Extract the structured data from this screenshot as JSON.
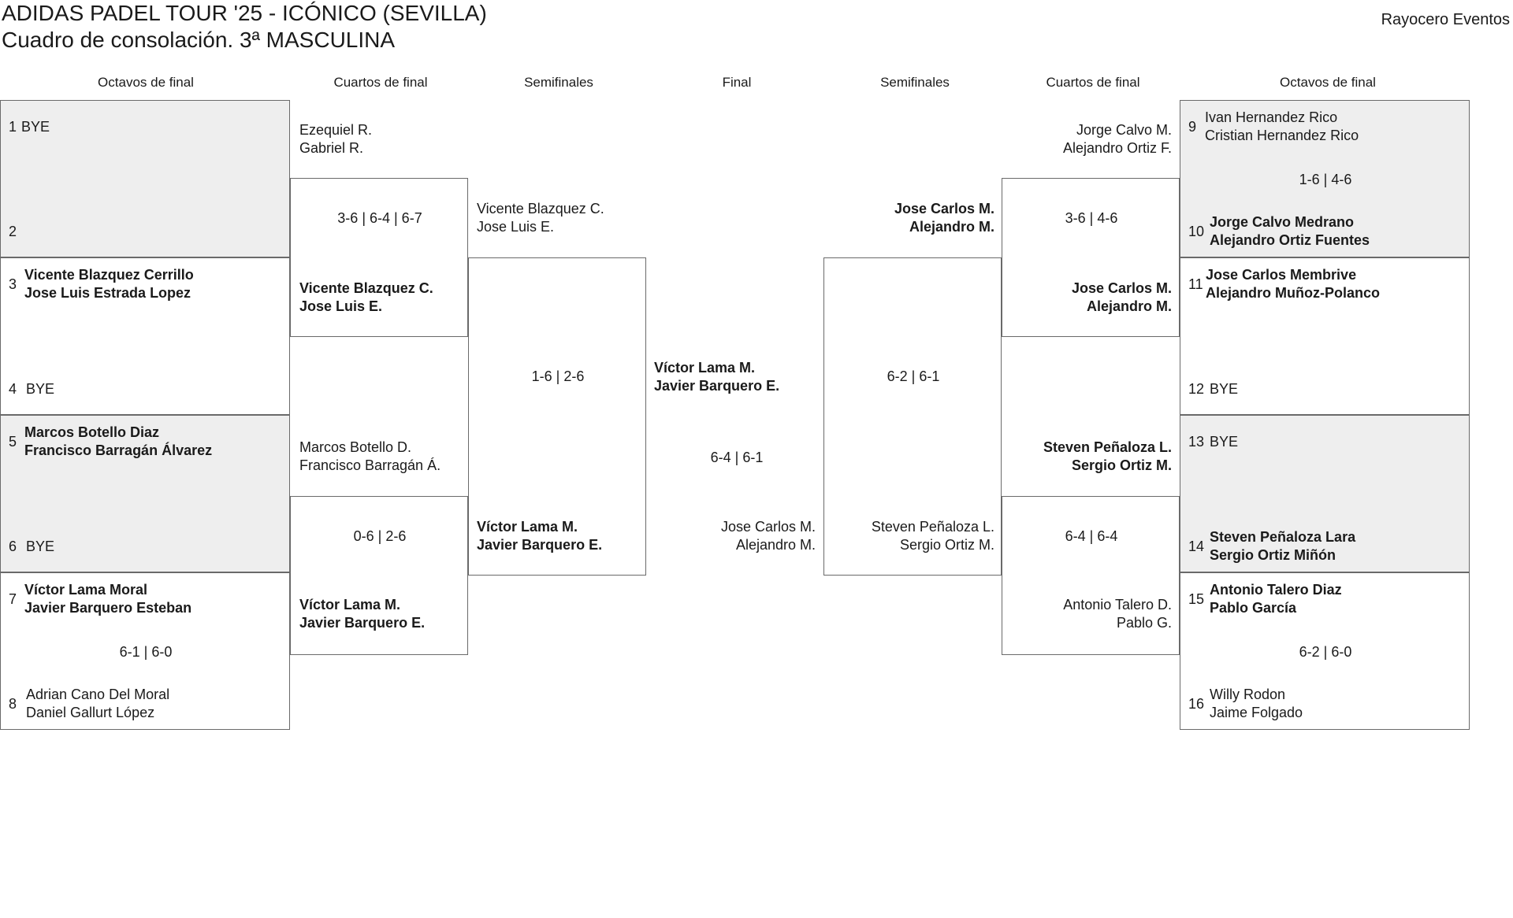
{
  "header": {
    "title": "ADIDAS PADEL TOUR '25 - ICÓNICO (SEVILLA)",
    "subtitle": "Cuadro de consolación. 3ª MASCULINA",
    "organizer": "Rayocero Eventos"
  },
  "rounds": {
    "left": [
      "Octavos de final",
      "Cuartos de final",
      "Semifinales"
    ],
    "center": "Final",
    "right": [
      "Semifinales",
      "Cuartos de final",
      "Octavos de final"
    ]
  },
  "r16_left": [
    {
      "seed": "1",
      "p1": "BYE",
      "p2": "",
      "seed2": "2",
      "p3": "",
      "p4": "",
      "score": ""
    },
    {
      "seed": "3",
      "p1": "Vicente Blazquez Cerrillo",
      "p2": "Jose Luis Estrada Lopez",
      "seed2": "4",
      "p3": "BYE",
      "p4": "",
      "score": ""
    },
    {
      "seed": "5",
      "p1": "Marcos Botello Diaz",
      "p2": "Francisco Barragán Álvarez",
      "seed2": "6",
      "p3": "BYE",
      "p4": "",
      "score": ""
    },
    {
      "seed": "7",
      "p1": "Víctor Lama Moral",
      "p2": "Javier Barquero Esteban",
      "seed2": "8",
      "p3": "Adrian Cano Del Moral",
      "p4": "Daniel Gallurt López",
      "score": "6-1 | 6-0"
    }
  ],
  "r16_right": [
    {
      "seed": "9",
      "p1": "Ivan Hernandez Rico",
      "p2": "Cristian Hernandez Rico",
      "seed2": "10",
      "p3": "Jorge Calvo Medrano",
      "p4": "Alejandro Ortiz Fuentes",
      "score": "1-6 | 4-6"
    },
    {
      "seed": "11",
      "p1": "Jose Carlos Membrive",
      "p2": "Alejandro Muñoz-Polanco",
      "seed2": "12",
      "p3": "BYE",
      "p4": "",
      "score": ""
    },
    {
      "seed": "13",
      "p1": "BYE",
      "p2": "",
      "seed2": "14",
      "p3": "Steven Peñaloza Lara",
      "p4": "Sergio Ortiz Miñón",
      "score": ""
    },
    {
      "seed": "15",
      "p1": "Antonio Talero Diaz",
      "p2": "Pablo García",
      "seed2": "16",
      "p3": "Willy Rodon",
      "p4": "Jaime Folgado",
      "score": "6-2 | 6-0"
    }
  ],
  "qf_left": [
    {
      "top1": "Ezequiel R.",
      "top2": "Gabriel R.",
      "score": "3-6 | 6-4 | 6-7",
      "bot1": "Vicente Blazquez C.",
      "bot2": "Jose Luis E."
    },
    {
      "top1": "Marcos Botello D.",
      "top2": "Francisco Barragán Á.",
      "score": "0-6 | 2-6",
      "bot1": "Víctor Lama M.",
      "bot2": "Javier Barquero E."
    }
  ],
  "qf_right": [
    {
      "top1": "Jorge Calvo M.",
      "top2": "Alejandro Ortiz F.",
      "score": "3-6 | 4-6",
      "bot1": "Jose Carlos M.",
      "bot2": "Alejandro M."
    },
    {
      "top1": "Steven Peñaloza L.",
      "top2": "Sergio Ortiz M.",
      "score": "6-4 | 6-4",
      "bot1": "Antonio Talero D.",
      "bot2": "Pablo G."
    }
  ],
  "sf_left": {
    "top1": "Vicente Blazquez C.",
    "top2": "Jose Luis E.",
    "score": "1-6 | 2-6",
    "bot1": "Víctor Lama M.",
    "bot2": "Javier Barquero E."
  },
  "sf_right": {
    "top1": "Jose Carlos M.",
    "top2": "Alejandro M.",
    "score": "6-2 | 6-1",
    "bot1": "Steven Peñaloza L.",
    "bot2": "Sergio Ortiz M."
  },
  "final": {
    "top1": "Víctor Lama M.",
    "top2": "Javier Barquero E.",
    "score": "6-4 | 6-1",
    "bot1": "Jose Carlos M.",
    "bot2": "Alejandro M."
  }
}
